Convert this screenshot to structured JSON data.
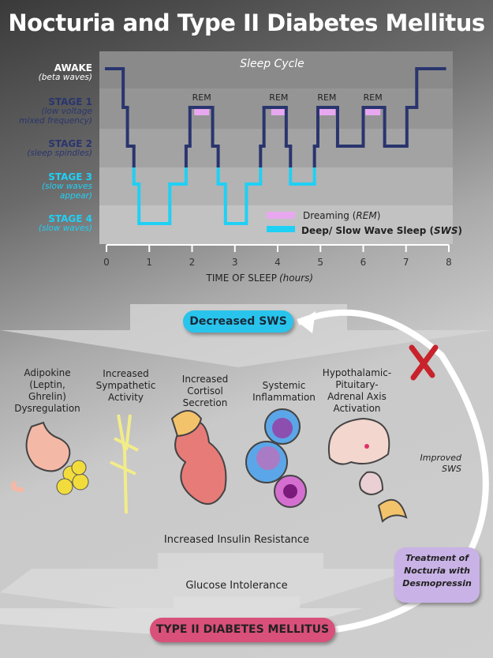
{
  "title": "Nocturia and Type II Diabetes Mellitus",
  "chart_data": {
    "type": "line",
    "title": "Sleep Cycle",
    "xlabel": "TIME OF SLEEP",
    "xlabel_unit": "(hours)",
    "xlim": [
      0,
      8
    ],
    "x_ticks": [
      "0",
      "1",
      "2",
      "3",
      "4",
      "5",
      "6",
      "7",
      "8"
    ],
    "stages": [
      {
        "name": "AWAKE",
        "desc": [
          "(beta waves)"
        ],
        "level": 0
      },
      {
        "name": "STAGE 1",
        "desc": [
          "(low voltage",
          "mixed frequency)"
        ],
        "level": 1
      },
      {
        "name": "STAGE 2",
        "desc": [
          "(sleep spindles)"
        ],
        "level": 2
      },
      {
        "name": "STAGE 3",
        "desc": [
          "(slow waves",
          "appear)"
        ],
        "level": 3
      },
      {
        "name": "STAGE 4",
        "desc": [
          "(slow waves)"
        ],
        "level": 4
      }
    ],
    "hypnogram_steps": [
      [
        0,
        0
      ],
      [
        0.39,
        1
      ],
      [
        0.49,
        2
      ],
      [
        0.64,
        3
      ],
      [
        0.76,
        4
      ],
      [
        1.48,
        3
      ],
      [
        1.86,
        2
      ],
      [
        1.95,
        1
      ],
      [
        2.48,
        2
      ],
      [
        2.61,
        3
      ],
      [
        2.78,
        4
      ],
      [
        3.27,
        3
      ],
      [
        3.6,
        2
      ],
      [
        3.68,
        1
      ],
      [
        4.2,
        2
      ],
      [
        4.3,
        3
      ],
      [
        4.86,
        2
      ],
      [
        4.94,
        1
      ],
      [
        5.4,
        2
      ],
      [
        6.0,
        1
      ],
      [
        6.5,
        2
      ],
      [
        7.02,
        1
      ],
      [
        7.25,
        0
      ],
      [
        7.9,
        0
      ]
    ],
    "rem_periods": [
      [
        2.05,
        2.4
      ],
      [
        3.85,
        4.2
      ],
      [
        4.95,
        5.35
      ],
      [
        6.05,
        6.4
      ]
    ],
    "rem_label": "REM",
    "legend": [
      {
        "label": "Dreaming",
        "italic": "REM",
        "color": "#e8a8f0"
      },
      {
        "label": "Deep/ Slow Wave Sleep",
        "italic": "SWS",
        "color": "#1fd0f5"
      }
    ],
    "colors": {
      "light_sleep": "#2a356e",
      "deep_sleep": "#1fd0f5"
    }
  },
  "flow": {
    "decreased_sws": "Decreased SWS",
    "causes": [
      {
        "lines": [
          "Adipokine",
          "(Leptin,",
          "Ghrelin)",
          "Dysregulation"
        ],
        "icon": "stomach-fat-icon"
      },
      {
        "lines": [
          "Increased",
          "Sympathetic",
          "Activity"
        ],
        "icon": "nerve-icon"
      },
      {
        "lines": [
          "Increased",
          "Cortisol",
          "Secretion"
        ],
        "icon": "adrenal-kidney-icon"
      },
      {
        "lines": [
          "Systemic",
          "Inflammation"
        ],
        "icon": "immune-cells-icon"
      },
      {
        "lines": [
          "Hypothalamic-",
          "Pituitary-",
          "Adrenal Axis",
          "Activation"
        ],
        "icon": "brain-pituitary-icon"
      }
    ],
    "insulin_resistance": "Increased Insulin Resistance",
    "glucose_intolerance": "Glucose Intolerance",
    "diabetes": "TYPE II DIABETES MELLITUS",
    "improved_sws": [
      "Improved",
      "SWS"
    ],
    "treatment": [
      "Treatment of",
      "Nocturia with",
      "Desmopressin"
    ],
    "colors": {
      "sws_pill": "#29c4ec",
      "diabetes_pill": "#d9507a",
      "treatment_box": "#c9b3e6",
      "block_x": "#c8232c"
    }
  }
}
